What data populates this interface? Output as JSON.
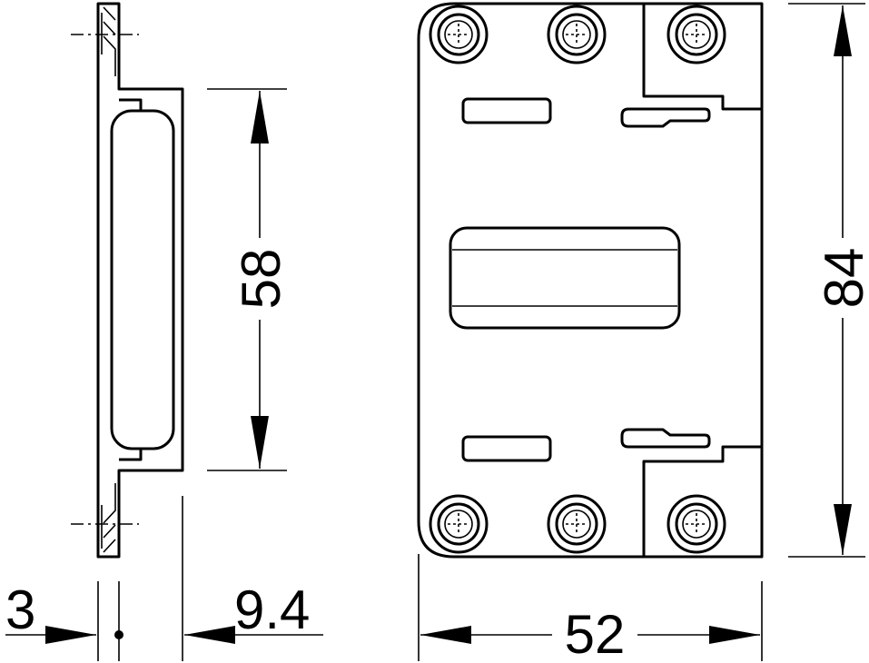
{
  "dimensions": {
    "strike_length": "58",
    "plate_height": "84",
    "plate_width": "52",
    "plate_thickness": "3",
    "strike_depth": "9.4"
  },
  "colors": {
    "line": "#000000",
    "background": "#ffffff"
  }
}
